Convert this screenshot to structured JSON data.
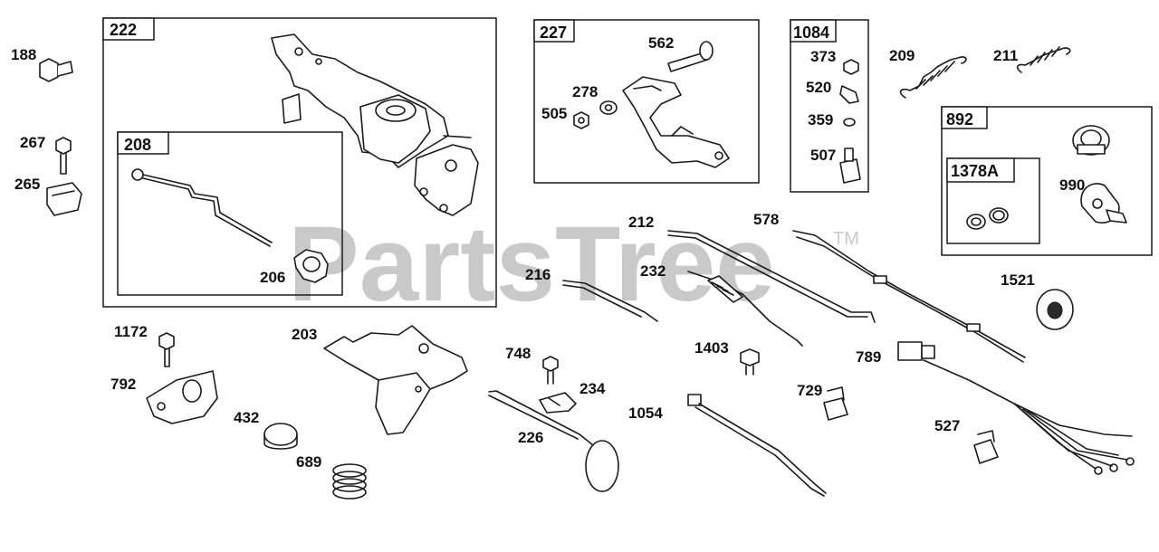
{
  "watermark": {
    "text": "PartsTree",
    "trademark": "TM"
  },
  "groups": {
    "g222": "222",
    "g208": "208",
    "g227": "227",
    "g1084": "1084",
    "g892": "892",
    "g1378A": "1378A"
  },
  "labels": {
    "p188": "188",
    "p267": "267",
    "p265": "265",
    "p206": "206",
    "p562": "562",
    "p278": "278",
    "p505": "505",
    "p373": "373",
    "p520": "520",
    "p359": "359",
    "p507": "507",
    "p209": "209",
    "p211": "211",
    "p990": "990",
    "p212": "212",
    "p578": "578",
    "p216": "216",
    "p232": "232",
    "p1521": "1521",
    "p1172": "1172",
    "p203": "203",
    "p792": "792",
    "p748": "748",
    "p1403": "1403",
    "p789": "789",
    "p234": "234",
    "p729": "729",
    "p432": "432",
    "p226": "226",
    "p1054": "1054",
    "p527": "527",
    "p689": "689"
  }
}
